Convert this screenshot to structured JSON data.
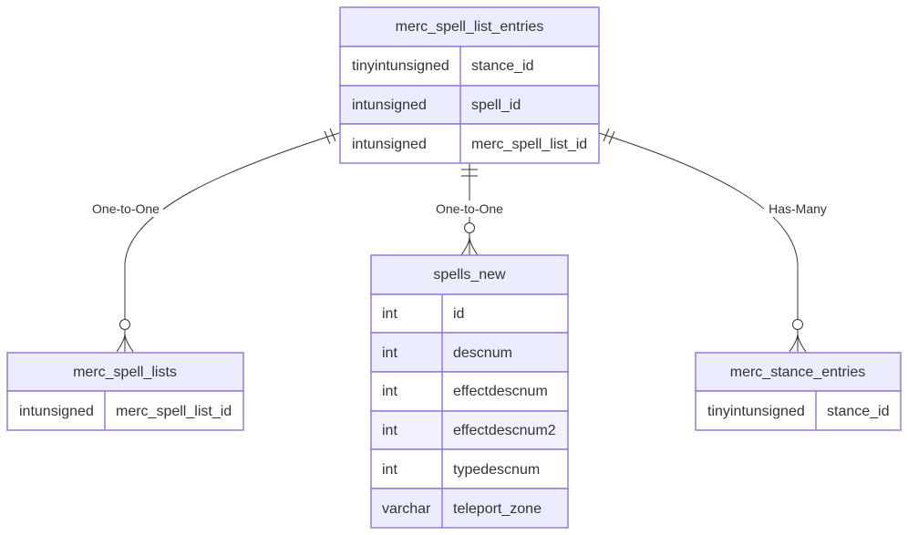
{
  "entities": {
    "entries": {
      "title": "merc_spell_list_entries",
      "rows": [
        {
          "type": "tinyintunsigned",
          "name": "stance_id"
        },
        {
          "type": "intunsigned",
          "name": "spell_id"
        },
        {
          "type": "intunsigned",
          "name": "merc_spell_list_id"
        }
      ]
    },
    "lists": {
      "title": "merc_spell_lists",
      "rows": [
        {
          "type": "intunsigned",
          "name": "merc_spell_list_id"
        }
      ]
    },
    "spells": {
      "title": "spells_new",
      "rows": [
        {
          "type": "int",
          "name": "id"
        },
        {
          "type": "int",
          "name": "descnum"
        },
        {
          "type": "int",
          "name": "effectdescnum"
        },
        {
          "type": "int",
          "name": "effectdescnum2"
        },
        {
          "type": "int",
          "name": "typedescnum"
        },
        {
          "type": "varchar",
          "name": "teleport_zone"
        }
      ]
    },
    "stance": {
      "title": "merc_stance_entries",
      "rows": [
        {
          "type": "tinyintunsigned",
          "name": "stance_id"
        }
      ]
    }
  },
  "relationships": [
    {
      "label": "One-to-One",
      "from": "merc_spell_list_entries",
      "to": "merc_spell_lists"
    },
    {
      "label": "One-to-One",
      "from": "merc_spell_list_entries",
      "to": "spells_new"
    },
    {
      "label": "Has-Many",
      "from": "merc_spell_list_entries",
      "to": "merc_stance_entries"
    }
  ]
}
